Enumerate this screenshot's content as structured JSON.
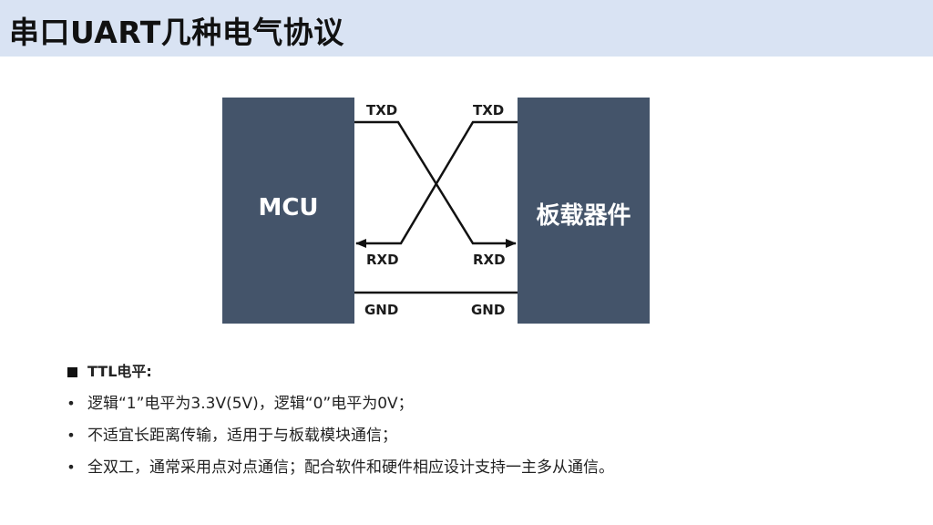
{
  "slide": {
    "title": "串口UART几种电气协议"
  },
  "diagram": {
    "left_block": "MCU",
    "right_block": "板载器件",
    "pins": {
      "left_txd": "TXD",
      "left_rxd": "RXD",
      "left_gnd": "GND",
      "right_txd": "TXD",
      "right_rxd": "RXD",
      "right_gnd": "GND"
    },
    "colors": {
      "block_fill": "#44546a",
      "block_text": "#ffffff",
      "wire": "#111111",
      "title_bar": "#d9e3f3"
    }
  },
  "notes": {
    "heading": "TTL电平:",
    "items": [
      "逻辑“1”电平为3.3V(5V)，逻辑“0”电平为0V；",
      "不适宜长距离传输，适用于与板载模块通信；",
      "全双工，通常采用点对点通信；配合软件和硬件相应设计支持一主多从通信。"
    ]
  }
}
